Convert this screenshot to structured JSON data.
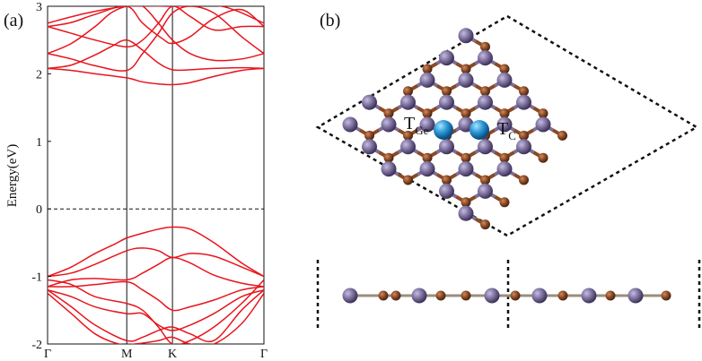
{
  "figure": {
    "panel_a_label": "(a)",
    "panel_b_label": "(b)"
  },
  "chart_data": {
    "type": "line",
    "ylabel": "Energy(eV)",
    "xlabel": "",
    "ylim": [
      -2,
      3
    ],
    "yticks": [
      "3",
      "2",
      "1",
      "0",
      "-1",
      "-2"
    ],
    "xticks": [
      "Γ",
      "M",
      "K",
      "Γ"
    ],
    "kpath_positions": [
      0,
      1,
      1.577,
      2.732
    ],
    "fermi_level": 0,
    "grid": false,
    "series_color": "#e8141c",
    "series": [
      {
        "x": [
          0,
          0.3,
          0.6,
          0.8,
          1.0,
          1.2,
          1.4,
          1.577,
          1.8,
          2.1,
          2.45,
          2.732
        ],
        "values": [
          2.08,
          2.13,
          2.28,
          2.4,
          2.5,
          2.35,
          2.16,
          2.06,
          2.06,
          2.08,
          2.09,
          2.08
        ]
      },
      {
        "x": [
          0,
          0.3,
          0.6,
          1.0,
          1.2,
          1.4,
          1.577,
          1.8,
          2.1,
          2.45,
          2.732
        ],
        "values": [
          2.08,
          2.05,
          2.0,
          1.94,
          1.88,
          1.85,
          1.84,
          1.87,
          1.96,
          2.05,
          2.08
        ]
      },
      {
        "x": [
          0,
          0.3,
          0.6,
          0.8,
          1.0,
          1.2,
          1.4,
          1.577,
          1.8,
          2.1,
          2.45,
          2.732
        ],
        "values": [
          2.3,
          2.45,
          2.7,
          2.9,
          3.0,
          3.0,
          2.75,
          2.5,
          2.3,
          2.2,
          2.22,
          2.3
        ]
      },
      {
        "x": [
          0,
          0.3,
          0.6,
          1.0,
          1.2,
          1.4,
          1.577,
          1.8,
          2.1,
          2.45,
          2.732
        ],
        "values": [
          2.3,
          2.22,
          2.12,
          2.05,
          2.3,
          2.6,
          2.9,
          3.0,
          2.9,
          2.55,
          2.3
        ]
      },
      {
        "x": [
          0,
          0.3,
          0.6,
          1.0,
          1.2,
          1.45,
          1.577,
          1.8,
          2.1,
          2.45,
          2.732
        ],
        "values": [
          2.7,
          2.76,
          2.88,
          3.0,
          2.75,
          2.52,
          2.45,
          2.55,
          2.82,
          2.95,
          2.7
        ]
      },
      {
        "x": [
          0,
          0.3,
          0.6,
          1.0,
          1.2,
          1.4,
          1.577,
          1.8,
          2.1,
          2.45,
          2.732
        ],
        "values": [
          2.7,
          2.6,
          2.5,
          2.4,
          2.5,
          2.75,
          3.0,
          2.85,
          2.65,
          2.7,
          2.7
        ]
      },
      {
        "x": [
          0,
          0.5,
          1.0,
          1.6,
          2.2,
          2.732
        ],
        "values": [
          2.75,
          2.9,
          3.0,
          3.0,
          3.0,
          2.75
        ]
      },
      {
        "x": [
          0,
          0.3,
          0.6,
          0.85,
          1.0,
          1.2,
          1.4,
          1.577,
          1.8,
          2.1,
          2.45,
          2.732
        ],
        "values": [
          -1.0,
          -0.86,
          -0.66,
          -0.52,
          -0.43,
          -0.36,
          -0.3,
          -0.27,
          -0.3,
          -0.5,
          -0.8,
          -1.0
        ]
      },
      {
        "x": [
          0,
          0.3,
          0.6,
          1.0,
          1.2,
          1.4,
          1.577,
          1.8,
          2.1,
          2.45,
          2.732
        ],
        "values": [
          -1.0,
          -0.95,
          -0.82,
          -0.62,
          -0.58,
          -0.62,
          -0.72,
          -0.66,
          -0.7,
          -0.86,
          -1.0
        ]
      },
      {
        "x": [
          0,
          0.3,
          0.6,
          1.0,
          1.2,
          1.4,
          1.577,
          1.8,
          2.1,
          2.45,
          2.732
        ],
        "values": [
          -1.15,
          -1.05,
          -1.03,
          -1.05,
          -0.95,
          -0.82,
          -0.72,
          -0.8,
          -0.98,
          -1.1,
          -1.15
        ]
      },
      {
        "x": [
          0,
          0.3,
          0.6,
          1.0,
          1.2,
          1.4,
          1.577,
          1.8,
          2.1,
          2.45,
          2.732
        ],
        "values": [
          -1.15,
          -1.15,
          -1.12,
          -1.08,
          -1.2,
          -1.35,
          -1.5,
          -1.45,
          -1.35,
          -1.2,
          -1.15
        ]
      },
      {
        "x": [
          0,
          0.3,
          0.6,
          1.0,
          1.2,
          1.4,
          1.577,
          1.8,
          2.1,
          2.45,
          2.732
        ],
        "values": [
          -1.2,
          -1.3,
          -1.45,
          -1.55,
          -1.55,
          -1.72,
          -1.8,
          -1.72,
          -1.55,
          -1.3,
          -1.2
        ]
      },
      {
        "x": [
          0,
          0.3,
          0.6,
          1.0,
          1.2,
          1.4,
          1.577,
          1.8,
          2.1,
          2.45,
          2.732
        ],
        "values": [
          -1.2,
          -1.45,
          -1.72,
          -1.95,
          -1.9,
          -1.8,
          -1.75,
          -1.85,
          -1.95,
          -1.5,
          -1.2
        ]
      },
      {
        "x": [
          0,
          0.3,
          0.6,
          1.0,
          1.2,
          1.4,
          1.577,
          1.8,
          2.1,
          2.45,
          2.732
        ],
        "values": [
          -1.05,
          -1.12,
          -1.3,
          -1.4,
          -1.5,
          -1.75,
          -2.0,
          -1.95,
          -1.75,
          -1.4,
          -1.05
        ]
      },
      {
        "x": [
          0,
          0.3,
          0.6,
          0.9,
          1.1,
          1.4,
          1.577,
          1.8,
          2.1,
          2.45,
          2.732
        ],
        "values": [
          -1.25,
          -1.55,
          -1.85,
          -2.0,
          -2.0,
          -1.95,
          -1.9,
          -2.0,
          -2.0,
          -1.7,
          -1.25
        ]
      }
    ]
  },
  "structure": {
    "site_labels": [
      {
        "main": "T",
        "sub": "Ge"
      },
      {
        "main": "T",
        "sub": "C"
      }
    ],
    "colors": {
      "germanium": "#7b6e9c",
      "carbon": "#8a4a25",
      "adsorption_site": "#2f9ad6"
    }
  }
}
